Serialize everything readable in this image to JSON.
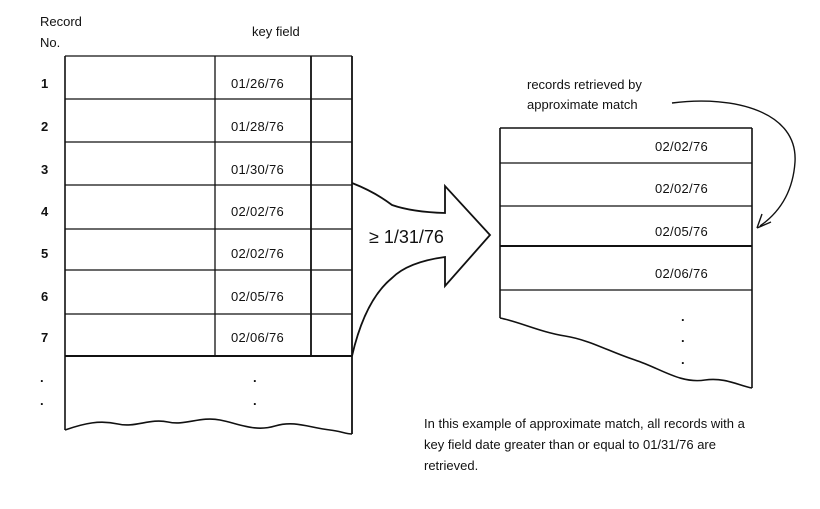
{
  "left_table": {
    "header_record": "Record",
    "header_no": "No.",
    "header_key": "key field",
    "rows": [
      {
        "no": "1",
        "key": "01/26/76"
      },
      {
        "no": "2",
        "key": "01/28/76"
      },
      {
        "no": "3",
        "key": "01/30/76"
      },
      {
        "no": "4",
        "key": "02/02/76"
      },
      {
        "no": "5",
        "key": "02/02/76"
      },
      {
        "no": "6",
        "key": "02/05/76"
      },
      {
        "no": "7",
        "key": "02/06/76"
      }
    ],
    "continuation_dots": ".",
    "key_dots": "."
  },
  "arrow": {
    "condition": "≥ 1/31/76"
  },
  "right_table": {
    "caption_line1": "records retrieved by",
    "caption_line2": "approximate match",
    "rows": [
      "02/02/76",
      "02/02/76",
      "02/05/76",
      "02/06/76"
    ],
    "dots": "."
  },
  "note": "In this example of approximate match, all records with a key field date greater than or equal to 01/31/76 are retrieved."
}
